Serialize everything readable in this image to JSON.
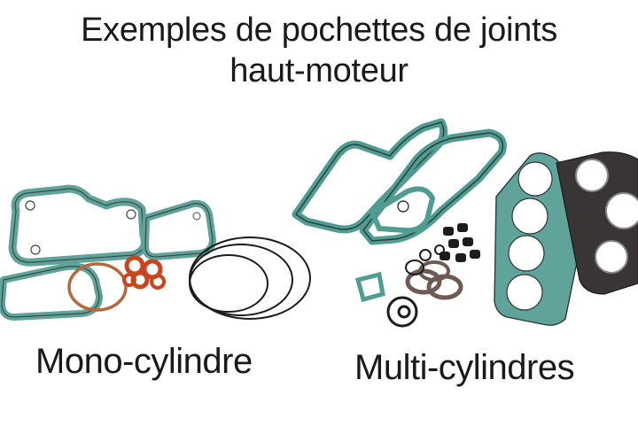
{
  "header": {
    "line1": "Exemples de pochettes de joints",
    "line2": "haut-moteur"
  },
  "captions": {
    "mono": "Mono-cylindre",
    "multi": "Multi-cylindres"
  },
  "colors": {
    "gasket_teal": "#5fa39a",
    "gasket_edge": "#3d4a48",
    "oring_black": "#1c1c1c",
    "copper": "#b5683e",
    "seal_orange": "#c9451f",
    "head_gasket_dark": "#3a3535"
  }
}
